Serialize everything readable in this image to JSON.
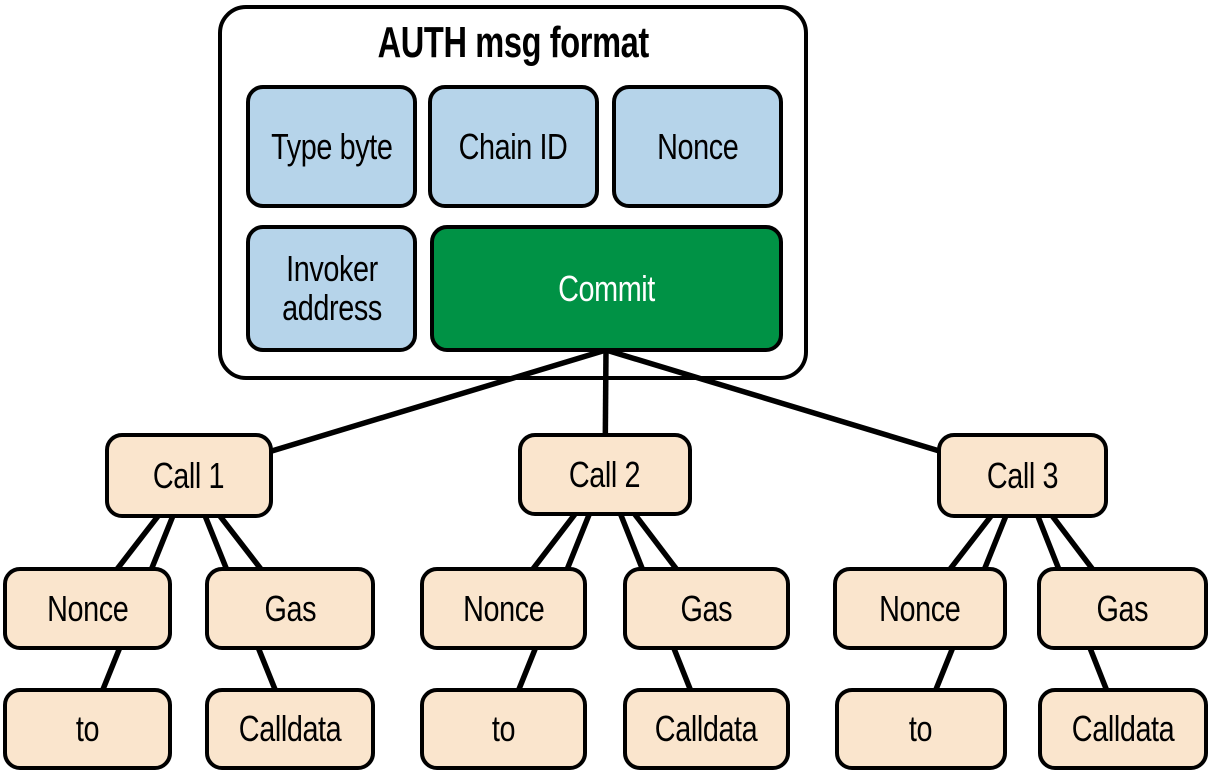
{
  "diagram": {
    "title": "AUTH msg format",
    "auth_fields": {
      "type_byte": "Type byte",
      "chain_id": "Chain ID",
      "nonce": "Nonce",
      "invoker_address": "Invoker address",
      "commit": "Commit"
    },
    "calls": [
      {
        "label": "Call 1",
        "fields": {
          "nonce": "Nonce",
          "gas": "Gas",
          "to": "to",
          "calldata": "Calldata"
        }
      },
      {
        "label": "Call 2",
        "fields": {
          "nonce": "Nonce",
          "gas": "Gas",
          "to": "to",
          "calldata": "Calldata"
        }
      },
      {
        "label": "Call 3",
        "fields": {
          "nonce": "Nonce",
          "gas": "Gas",
          "to": "to",
          "calldata": "Calldata"
        }
      }
    ],
    "tree_edges": [
      [
        "Commit",
        "Call 1"
      ],
      [
        "Commit",
        "Call 2"
      ],
      [
        "Commit",
        "Call 3"
      ],
      [
        "Call 1",
        "Nonce"
      ],
      [
        "Call 1",
        "to"
      ],
      [
        "Call 1",
        "Gas"
      ],
      [
        "Call 1",
        "Calldata"
      ],
      [
        "Call 2",
        "Nonce"
      ],
      [
        "Call 2",
        "to"
      ],
      [
        "Call 2",
        "Gas"
      ],
      [
        "Call 2",
        "Calldata"
      ],
      [
        "Call 3",
        "Nonce"
      ],
      [
        "Call 3",
        "to"
      ],
      [
        "Call 3",
        "Gas"
      ],
      [
        "Call 3",
        "Calldata"
      ]
    ],
    "colors": {
      "field_fill": "#B6D4EA",
      "commit_fill": "#009245",
      "commit_text": "#FFFFFF",
      "call_fill": "#FAE5CD",
      "border": "#000000",
      "background": "#FFFFFF"
    }
  }
}
